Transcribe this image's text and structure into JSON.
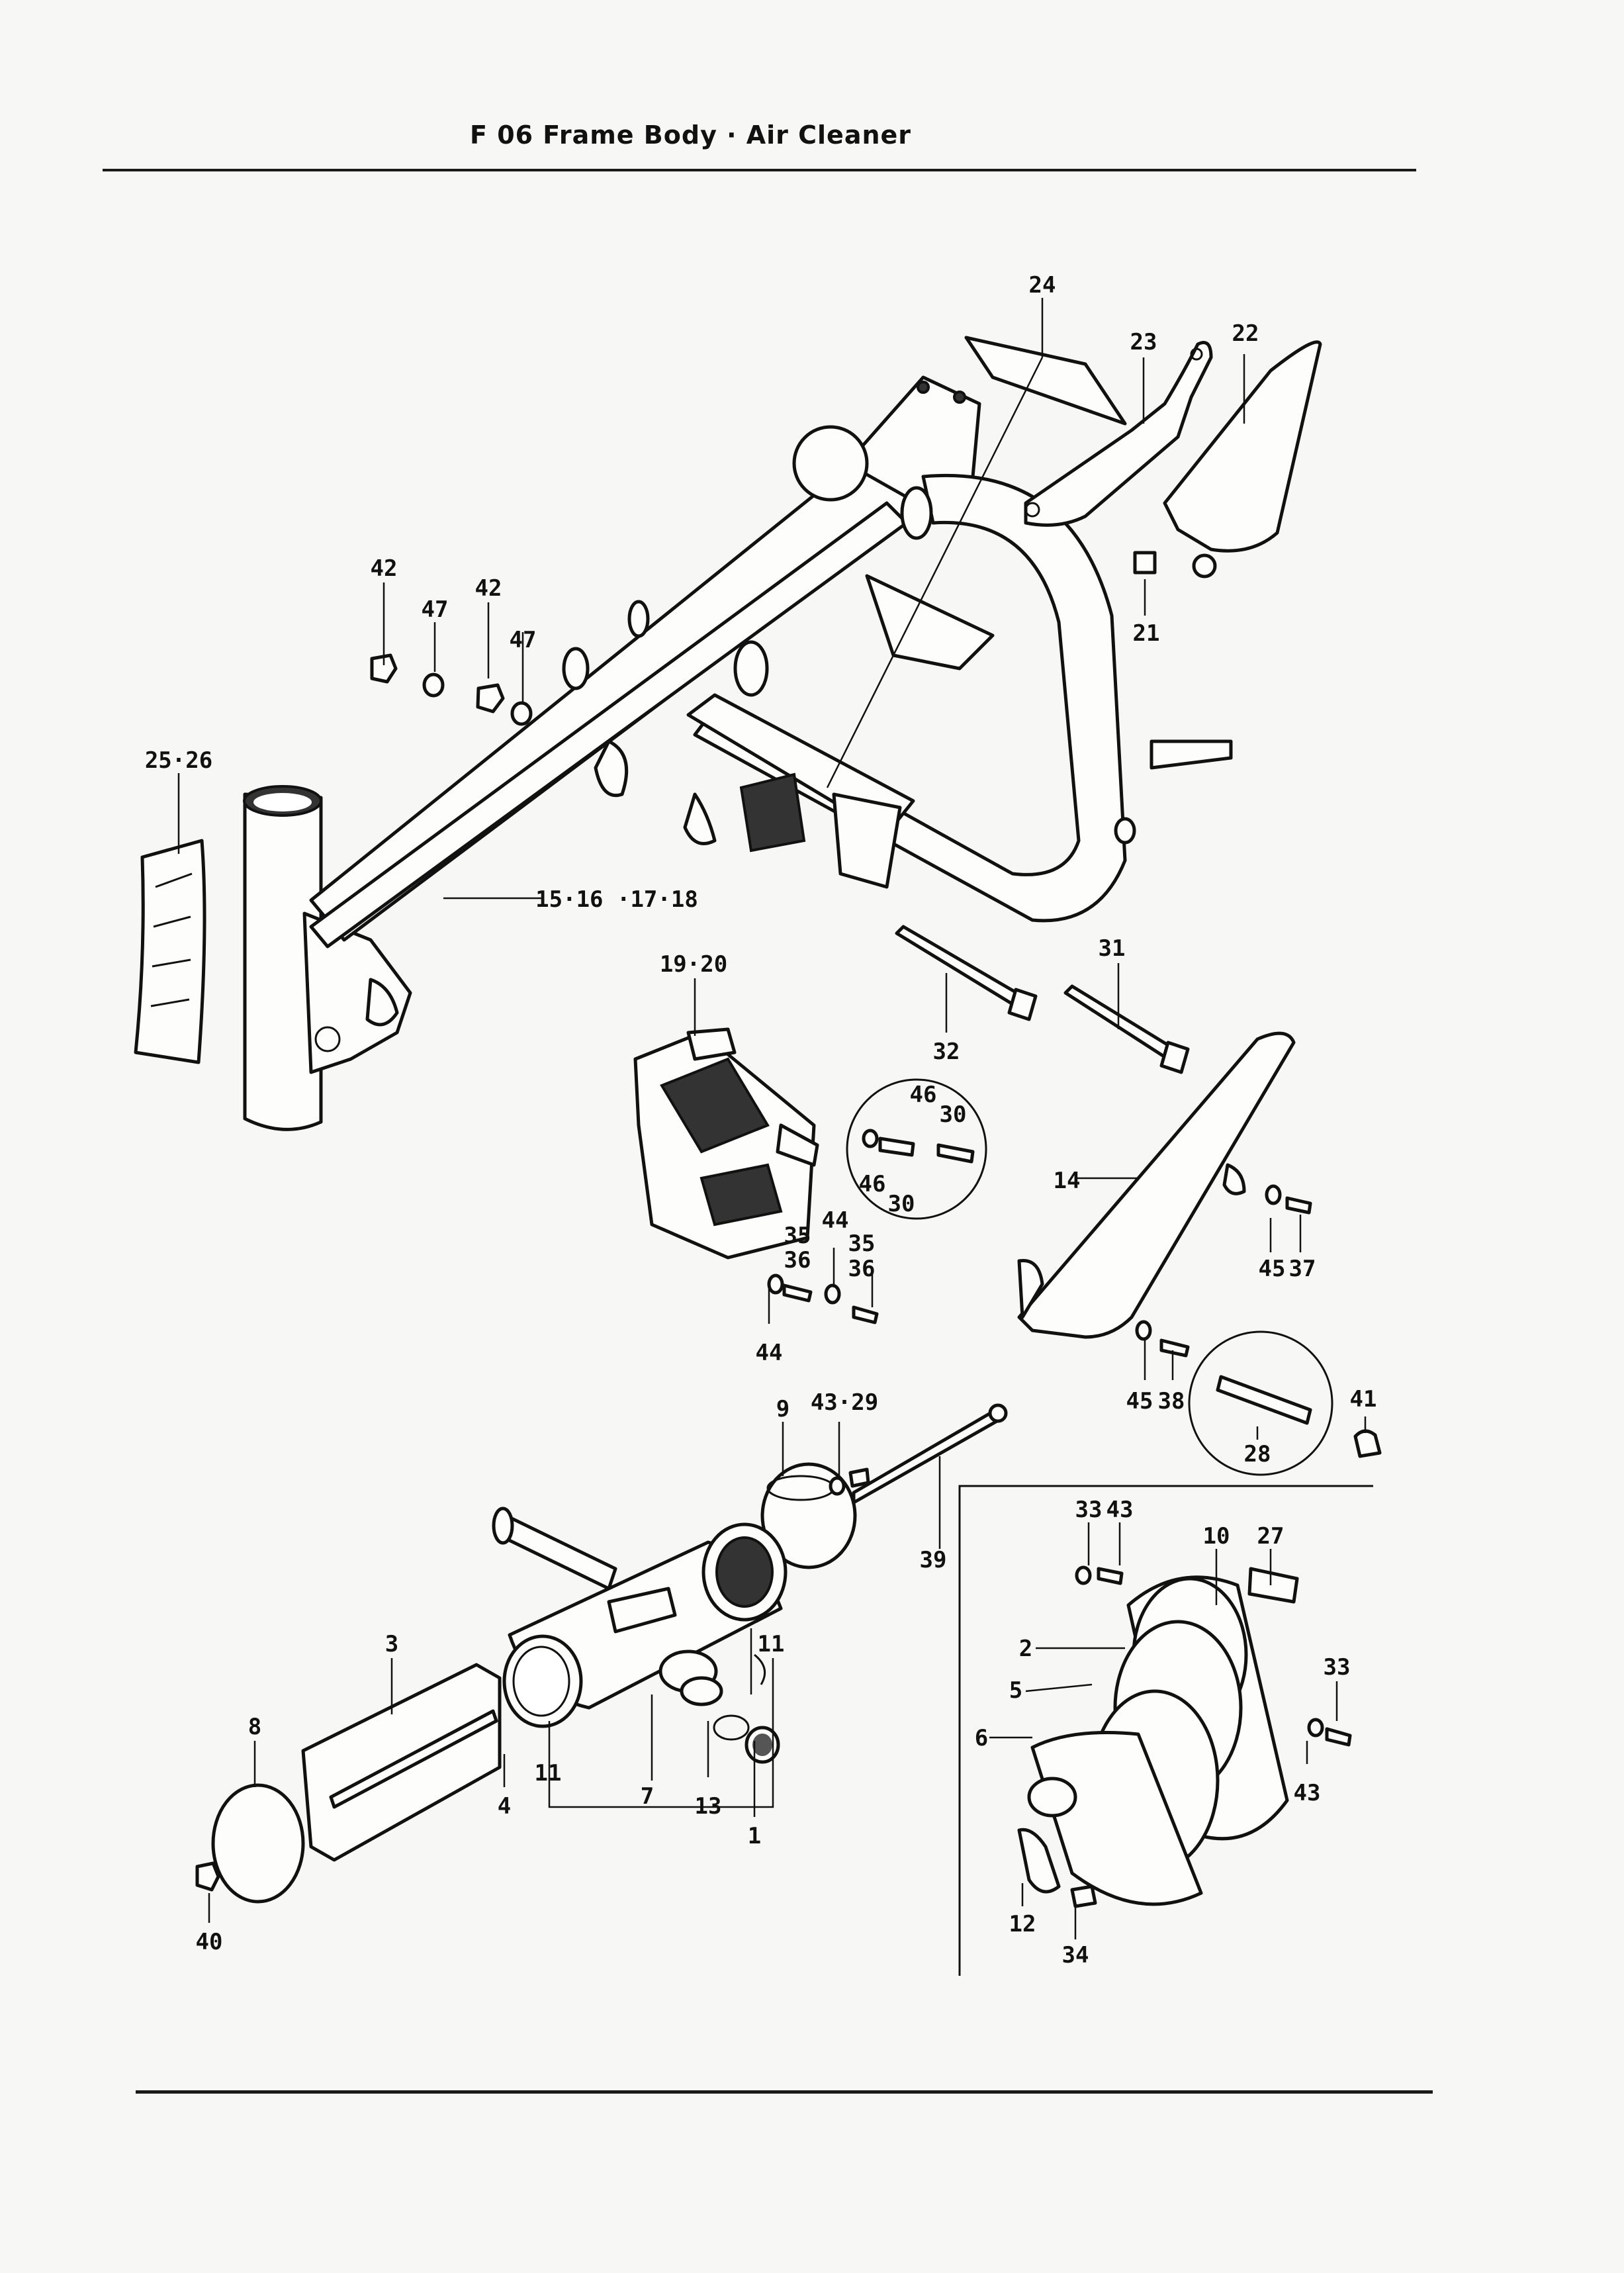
{
  "header": {
    "title": "F 06  Frame Body · Air Cleaner"
  },
  "labels": {
    "l24": "24",
    "l23": "23",
    "l22": "22",
    "l21": "21",
    "l42a": "42",
    "l47a": "47",
    "l42b": "42",
    "l47b": "47",
    "l2526": "25·26",
    "l15to18": "15·16 ·17·18",
    "l31": "31",
    "l32": "32",
    "l1920": "19·20",
    "l46a": "46",
    "l30a": "30",
    "l46b": "46",
    "l30b": "30",
    "l14": "14",
    "l45a": "45",
    "l37": "37",
    "l35a": "35",
    "l36a": "36",
    "l44a": "44",
    "l35b": "35",
    "l36b": "36",
    "l44b": "44",
    "l45b": "45",
    "l38": "38",
    "l41": "41",
    "l28": "28",
    "l9": "9",
    "l4329": "43·29",
    "l39": "39",
    "l3333": "33",
    "l43a": "43",
    "l10": "10",
    "l27": "27",
    "l2": "2",
    "l5": "5",
    "l6": "6",
    "l33b": "33",
    "l43b": "43",
    "l12": "12",
    "l34": "34",
    "l3": "3",
    "l8": "8",
    "l11a": "11",
    "l11b": "11",
    "l4": "4",
    "l7": "7",
    "l13": "13",
    "l1": "1",
    "l40": "40"
  }
}
